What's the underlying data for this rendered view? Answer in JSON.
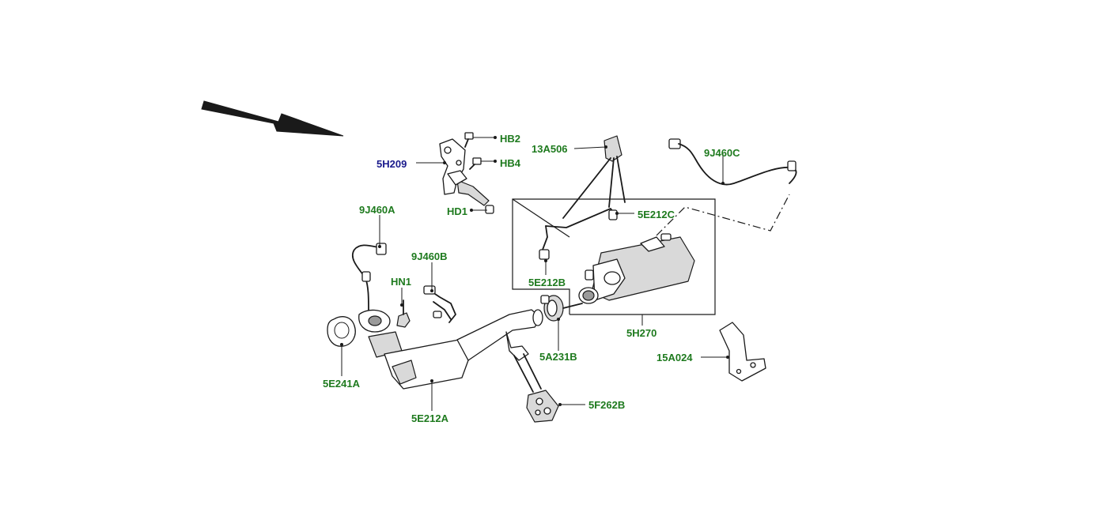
{
  "diagram": {
    "labels": {
      "hb2": "HB2",
      "hb4": "HB4",
      "c5h209": "5H209",
      "hd1": "HD1",
      "c13a506": "13A506",
      "c9j460c": "9J460C",
      "c5e212c": "5E212C",
      "c9j460a": "9J460A",
      "c9j460b": "9J460B",
      "hn1": "HN1",
      "c5e212b": "5E212B",
      "c5h270": "5H270",
      "c5a231b": "5A231B",
      "c15a024": "15A024",
      "c5e241a": "5E241A",
      "c5e212a": "5E212A",
      "c5f262b": "5F262B"
    },
    "colors": {
      "label_green": "#1e7a1e",
      "label_blue": "#1a1a8c",
      "line": "#1a1a1a"
    }
  }
}
